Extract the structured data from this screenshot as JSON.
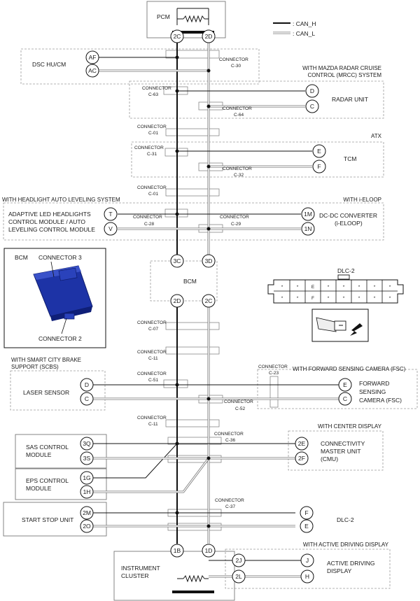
{
  "legend": {
    "can_h": ": CAN_H",
    "can_l": ": CAN_L"
  },
  "modules": {
    "pcm": "PCM",
    "dsc": "DSC HU/CM",
    "radar": "RADAR UNIT",
    "tcm": "TCM",
    "headlight": [
      "ADAPTIVE LED HEADLIGHTS",
      "CONTROL MODULE / AUTO",
      "LEVELING CONTROL MODULE"
    ],
    "dcdc": [
      "DC-DC CONVERTER",
      "(i-ELOOP)"
    ],
    "bcm": "BCM",
    "laser": "LASER SENSOR",
    "fsc": [
      "FORWARD",
      "SENSING",
      "CAMERA (FSC)"
    ],
    "sas": [
      "SAS CONTROL",
      "MODULE"
    ],
    "cmu": [
      "CONNECTIVITY",
      "MASTER UNIT",
      "(CMU)"
    ],
    "eps": [
      "EPS CONTROL",
      "MODULE"
    ],
    "start_stop": "START STOP UNIT",
    "dlc2": "DLC-2",
    "cluster": [
      "INSTRUMENT",
      "CLUSTER"
    ],
    "active_display": [
      "ACTIVE DRIVING",
      "DISPLAY"
    ]
  },
  "sections": {
    "mrcc": [
      "WITH MAZDA RADAR CRUISE",
      "CONTROL (MRCC) SYSTEM"
    ],
    "atx": "ATX",
    "headlight": "WITH HEADLIGHT AUTO LEVELING SYSTEM",
    "eloop": "WITH i-ELOOP",
    "scbs": [
      "WITH SMART CITY BRAKE",
      "SUPPORT (SCBS)"
    ],
    "fsc": "WITH FORWARD SENSING CAMERA (FSC)",
    "center_display": "WITH CENTER DISPLAY",
    "active_display": "WITH ACTIVE DRIVING DISPLAY"
  },
  "connectors": {
    "connector": "CONNECTOR",
    "c30": "C-30",
    "c63": "C-63",
    "c64": "C-64",
    "c01": "C-01",
    "c31": "C-31",
    "c32": "C-32",
    "c28": "C-28",
    "c29": "C-29",
    "c07": "C-07",
    "c11": "C-11",
    "c51": "C-51",
    "c52": "C-52",
    "c23": "C-23",
    "c36": "C-36",
    "c37": "C-37"
  },
  "pins": {
    "pcm_h": "2C",
    "pcm_l": "2D",
    "dsc_h": "AF",
    "dsc_l": "AC",
    "radar_h": "D",
    "radar_l": "C",
    "tcm_h": "E",
    "tcm_l": "F",
    "headlight_h": "T",
    "headlight_l": "V",
    "dcdc_h": "1M",
    "dcdc_l": "1N",
    "bcm_top_h": "3C",
    "bcm_top_l": "3D",
    "bcm_bot_h": "2D",
    "bcm_bot_l": "2C",
    "laser_h": "D",
    "laser_l": "C",
    "fsc_h": "E",
    "fsc_l": "C",
    "sas_h": "3Q",
    "sas_l": "3S",
    "cmu_h": "2E",
    "cmu_l": "2F",
    "eps_h": "1G",
    "eps_l": "1H",
    "ss_h": "2M",
    "ss_l": "2O",
    "dlc_h": "F",
    "dlc_l": "E",
    "cluster_h": "1B",
    "cluster_l": "1D",
    "cluster_ad_h": "2J",
    "cluster_ad_l": "2L",
    "ad_h": "J",
    "ad_l": "H"
  },
  "bcm_picture": {
    "title": "BCM",
    "connector3": "CONNECTOR 3",
    "connector2": "CONNECTOR 2"
  },
  "dlc_picture": {
    "title": "DLC-2",
    "top_row": [
      "*",
      "*",
      "E",
      "*",
      "*",
      "*",
      "*",
      "*"
    ],
    "bottom_row": [
      "*",
      "*",
      "F",
      "*",
      "*",
      "*",
      "*",
      "*"
    ]
  }
}
